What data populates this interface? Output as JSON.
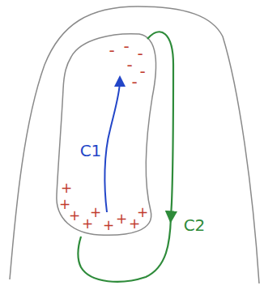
{
  "diagram": {
    "labels": [
      "-",
      "-",
      "-",
      "-",
      "-",
      "-",
      "+",
      "+",
      "+",
      "+",
      "+",
      "+",
      "+",
      "+",
      "+",
      "C1",
      "C2"
    ]
  }
}
